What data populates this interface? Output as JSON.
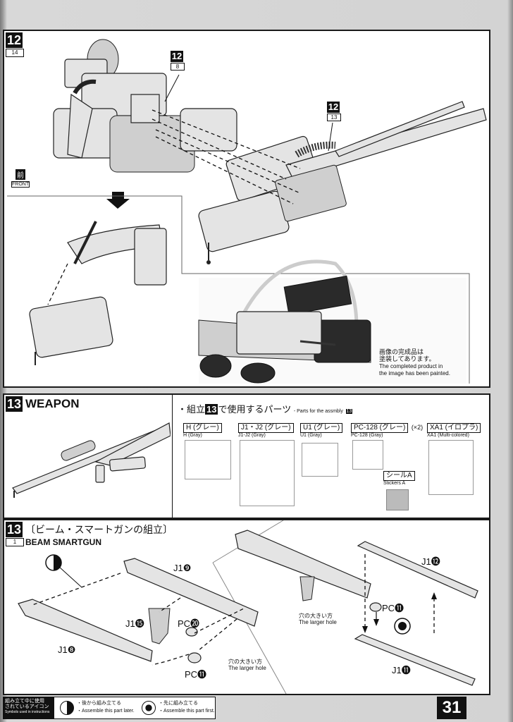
{
  "steps": {
    "step12": {
      "number": "12",
      "sub": "14",
      "callout_a": {
        "number": "12",
        "sub": "8"
      },
      "callout_b": {
        "number": "12",
        "sub": "13"
      },
      "front_badge": {
        "kanji": "前",
        "label": "FRONT"
      },
      "painted_note_jp": "画像の完成品は\n塗装してあります。",
      "painted_note_en": "The completed product in\nthe image has been painted."
    },
    "step13_weapon": {
      "number": "13",
      "title": "WEAPON",
      "parts_heading_prefix": "・組立",
      "parts_heading_step": "13",
      "parts_heading_suffix": "で使用するパーツ",
      "parts_heading_en": "- Parts for the assmbly",
      "parts_heading_en_step": "13",
      "parts": [
        {
          "label": "H (グレー)",
          "sub": "H (Gray)"
        },
        {
          "label": "J1・J2 (グレー)",
          "sub": "J1-J2 (Gray)"
        },
        {
          "label": "U1 (グレー)",
          "sub": "U1 (Gray)"
        },
        {
          "label": "PC-128 (グレー)",
          "sub": "PC-128 (Gray)",
          "qty": "(×2)"
        },
        {
          "label": "XA1 (イロプラ)",
          "sub": "XA1 (Multi-colored)"
        }
      ],
      "stickers": {
        "label": "シールA",
        "sub": "Stickers A"
      }
    },
    "step13_assembly": {
      "number": "13",
      "sub": "1",
      "title_jp": "〔ビーム・スマートガンの組立〕",
      "title_en": "BEAM SMARTGUN",
      "labels": {
        "j1_9": "J1❾",
        "j1_15": "J1⓯",
        "pc_20": "PC⓴",
        "j1_8": "J1❽",
        "pc_11_left": "PC⓫",
        "hole_jp_left": "穴の大きい方",
        "hole_en_left": "The larger hole",
        "j1_12": "J1⓬",
        "pc_11_right": "PC⓫",
        "hole_jp_right": "穴の大きい方",
        "hole_en_right": "The larger hole",
        "j1_11": "J1⓫"
      }
    }
  },
  "footer": {
    "legend_title_jp": "組み立て中に使用\nされているアイコン",
    "legend_title_en": "Symbols used in instructions",
    "later_jp": "・後から組み立てる",
    "later_en": "・Assemble this part later.",
    "first_jp": "・先に組み立てる",
    "first_en": "・Assemble this part first.",
    "page_number": "31"
  },
  "colors": {
    "ink": "#111111",
    "paper": "#ffffff",
    "scan_edge": "#8d8d8d"
  }
}
